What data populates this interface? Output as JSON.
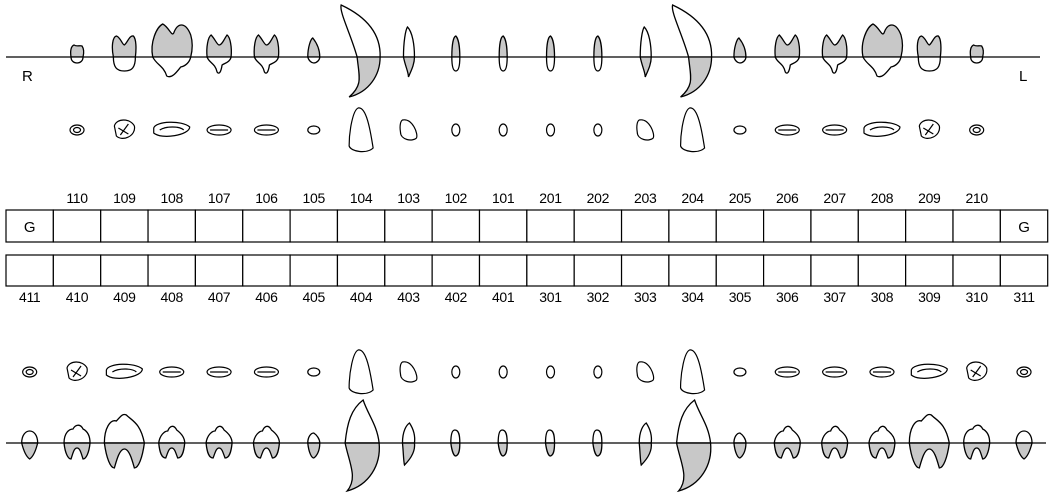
{
  "side_labels": {
    "right": "R",
    "left": "L"
  },
  "grade_label": "G",
  "upper_numbers": [
    "110",
    "109",
    "108",
    "107",
    "106",
    "105",
    "104",
    "103",
    "102",
    "101",
    "201",
    "202",
    "203",
    "204",
    "205",
    "206",
    "207",
    "208",
    "209",
    "210"
  ],
  "lower_numbers": [
    "411",
    "410",
    "409",
    "408",
    "407",
    "406",
    "405",
    "404",
    "403",
    "402",
    "401",
    "301",
    "302",
    "303",
    "304",
    "305",
    "306",
    "307",
    "308",
    "309",
    "310",
    "311"
  ],
  "upper_teeth": [
    {
      "id": "110",
      "kind": "molar-small"
    },
    {
      "id": "109",
      "kind": "molar"
    },
    {
      "id": "108",
      "kind": "carnassial"
    },
    {
      "id": "107",
      "kind": "premolar2"
    },
    {
      "id": "106",
      "kind": "premolar2"
    },
    {
      "id": "105",
      "kind": "premolar1"
    },
    {
      "id": "104",
      "kind": "canine"
    },
    {
      "id": "103",
      "kind": "incisor3"
    },
    {
      "id": "102",
      "kind": "incisor"
    },
    {
      "id": "101",
      "kind": "incisor"
    },
    {
      "id": "201",
      "kind": "incisor"
    },
    {
      "id": "202",
      "kind": "incisor"
    },
    {
      "id": "203",
      "kind": "incisor3"
    },
    {
      "id": "204",
      "kind": "canine"
    },
    {
      "id": "205",
      "kind": "premolar1"
    },
    {
      "id": "206",
      "kind": "premolar2"
    },
    {
      "id": "207",
      "kind": "premolar2"
    },
    {
      "id": "208",
      "kind": "carnassial"
    },
    {
      "id": "209",
      "kind": "molar"
    },
    {
      "id": "210",
      "kind": "molar-small"
    }
  ],
  "lower_teeth": [
    {
      "id": "411",
      "kind": "molar3"
    },
    {
      "id": "410",
      "kind": "molar2"
    },
    {
      "id": "409",
      "kind": "carnassial"
    },
    {
      "id": "408",
      "kind": "premolar2"
    },
    {
      "id": "407",
      "kind": "premolar2"
    },
    {
      "id": "406",
      "kind": "premolar2"
    },
    {
      "id": "405",
      "kind": "premolar1"
    },
    {
      "id": "404",
      "kind": "canine"
    },
    {
      "id": "403",
      "kind": "incisor3"
    },
    {
      "id": "402",
      "kind": "incisor"
    },
    {
      "id": "401",
      "kind": "incisor"
    },
    {
      "id": "301",
      "kind": "incisor"
    },
    {
      "id": "302",
      "kind": "incisor"
    },
    {
      "id": "303",
      "kind": "incisor3"
    },
    {
      "id": "304",
      "kind": "canine"
    },
    {
      "id": "305",
      "kind": "premolar1"
    },
    {
      "id": "306",
      "kind": "premolar2"
    },
    {
      "id": "307",
      "kind": "premolar2"
    },
    {
      "id": "308",
      "kind": "premolar2"
    },
    {
      "id": "309",
      "kind": "carnassial"
    },
    {
      "id": "310",
      "kind": "molar2"
    },
    {
      "id": "311",
      "kind": "molar3"
    }
  ]
}
